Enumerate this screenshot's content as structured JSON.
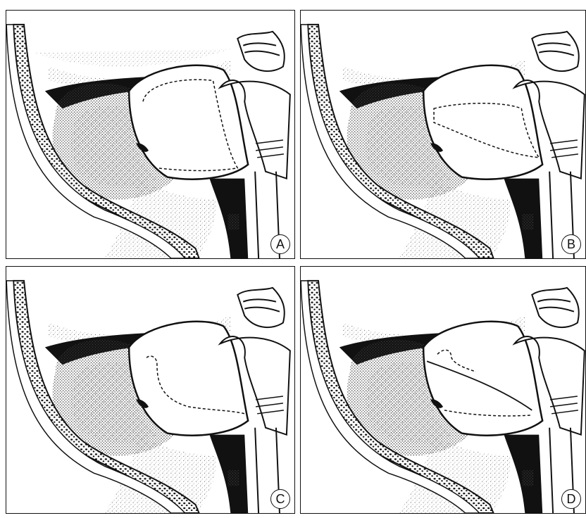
{
  "panels": [
    {
      "id": "A",
      "label": "A",
      "style": "tongue-dome-dashed"
    },
    {
      "id": "B",
      "label": "B",
      "style": "tongue-diagonal-dashed"
    },
    {
      "id": "C",
      "label": "C",
      "style": "tongue-curve-dashed"
    },
    {
      "id": "D",
      "label": "D",
      "style": "tongue-split-solid-dashed"
    }
  ],
  "colors": {
    "ink": "#111111",
    "stipple": "#9a9a9a",
    "background": "#ffffff"
  }
}
